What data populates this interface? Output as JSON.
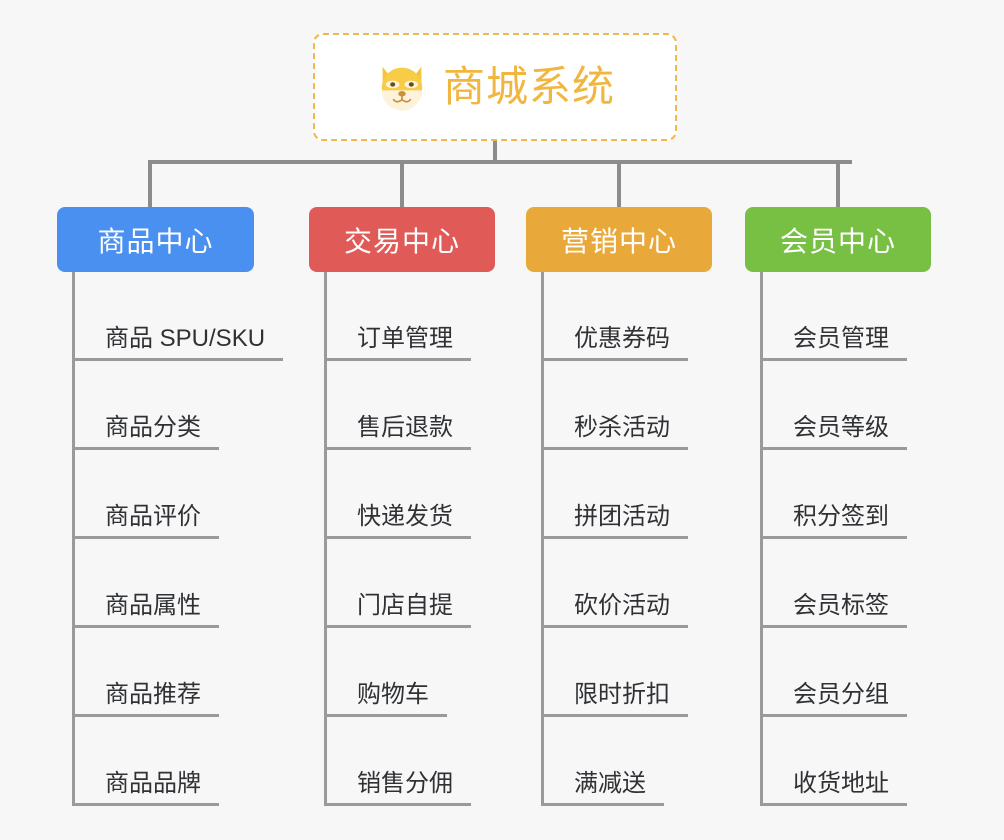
{
  "page": {
    "background_color": "#f7f7f7",
    "type": "mindmap"
  },
  "root": {
    "title": "商城系统",
    "icon": "dog-face-emoji",
    "border_color": "#f1b847",
    "text_color": "#f0b63f",
    "background_color": "#ffffff"
  },
  "connector": {
    "color": "#8c8c8c"
  },
  "branches": [
    {
      "label": "商品中心",
      "color": "#4a90f0",
      "leaves": [
        "商品 SPU/SKU",
        "商品分类",
        "商品评价",
        "商品属性",
        "商品推荐",
        "商品品牌"
      ]
    },
    {
      "label": "交易中心",
      "color": "#e05a57",
      "leaves": [
        "订单管理",
        "售后退款",
        "快递发货",
        "门店自提",
        "购物车",
        "销售分佣"
      ]
    },
    {
      "label": "营销中心",
      "color": "#e9a93a",
      "leaves": [
        "优惠券码",
        "秒杀活动",
        "拼团活动",
        "砍价活动",
        "限时折扣",
        "满减送"
      ]
    },
    {
      "label": "会员中心",
      "color": "#78c043",
      "leaves": [
        "会员管理",
        "会员等级",
        "积分签到",
        "会员标签",
        "会员分组",
        "收货地址"
      ]
    }
  ]
}
